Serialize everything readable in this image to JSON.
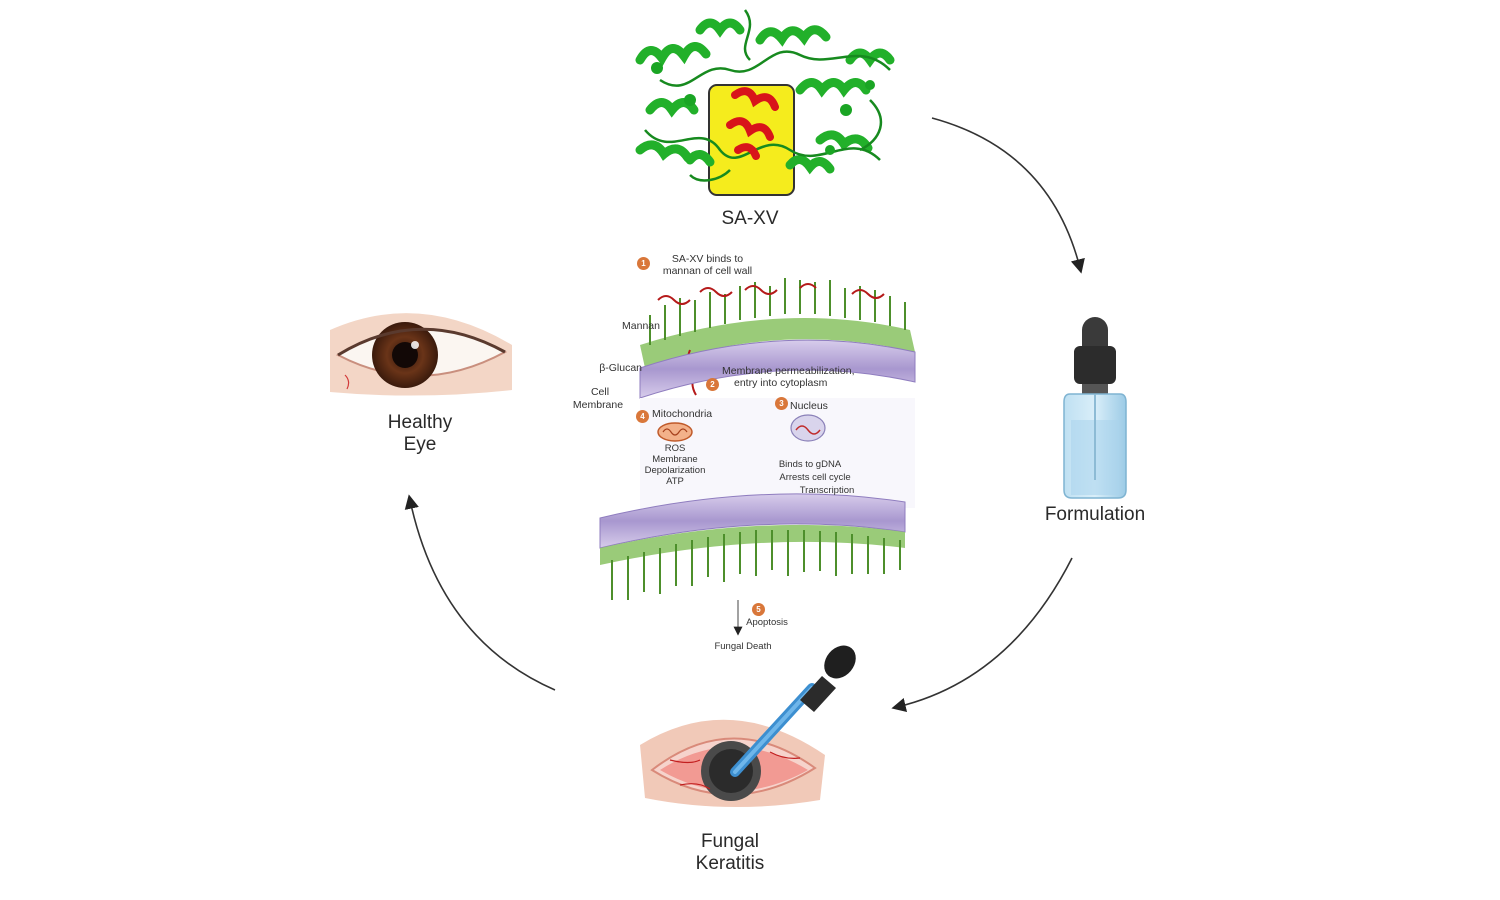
{
  "labels": {
    "sa_xv": "SA-XV",
    "formulation": "Formulation",
    "healthy_eye_1": "Healthy",
    "healthy_eye_2": "Eye",
    "fungal_keratitis_1": "Fungal",
    "fungal_keratitis_2": "Keratitis"
  },
  "mechanism": {
    "step1_line1": "SA-XV binds to",
    "step1_line2": "mannan of cell wall",
    "mannan": "Mannan",
    "beta_glucan": "β-Glucan",
    "cell_membrane_1": "Cell",
    "cell_membrane_2": "Membrane",
    "step2_line1": "Membrane permeabilization,",
    "step2_line2": "entry into cytoplasm",
    "mitochondria": "Mitochondria",
    "nucleus": "Nucleus",
    "ros": "ROS",
    "membrane_1": "Membrane",
    "depolarization": "Depolarization",
    "atp": "ATP",
    "gdna": "Binds to gDNA",
    "arrest": "Arrests cell cycle",
    "transcription": "Transcription",
    "apoptosis": "Apoptosis",
    "fungal_death": "Fungal Death",
    "step_numbers": [
      "1",
      "2",
      "3",
      "4",
      "5"
    ]
  },
  "colors": {
    "helix_green": "#22b02a",
    "helix_red": "#d8141a",
    "highlight_yellow": "#f5ec1d",
    "membrane_purple": "#b9a9d6",
    "step_orange": "#d9773a",
    "bottle_blue": "#9ccbe6",
    "iris_brown": "#6a3418"
  }
}
